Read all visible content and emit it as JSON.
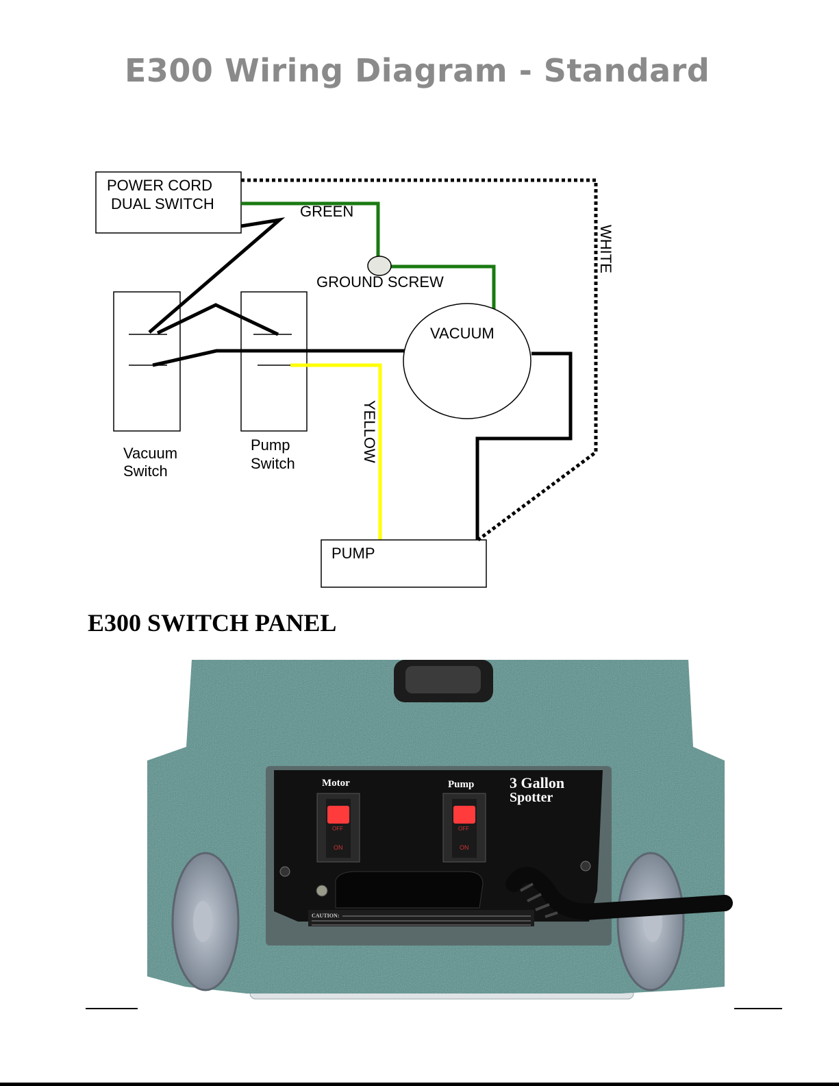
{
  "page": {
    "title": "E300 Wiring Diagram - Standard",
    "section_title": "E300 SWITCH PANEL"
  },
  "diagram": {
    "power_cord": [
      "POWER CORD",
      "DUAL SWITCH"
    ],
    "green_label": "GREEN",
    "ground_screw_label": "GROUND SCREW",
    "white_label": "WHITE",
    "vacuum_label": "VACUUM",
    "yellow_label": "YELLOW",
    "pump_label": "PUMP",
    "vacuum_switch": [
      "Vacuum",
      "Switch"
    ],
    "pump_switch": [
      "Pump",
      "Switch"
    ],
    "wire_colors": {
      "green": "#1a7a12",
      "yellow": "#ffff00",
      "black": "#000000",
      "white_dotted": "#000000"
    }
  },
  "photo": {
    "panel_labels": {
      "motor": "Motor",
      "pump": "Pump",
      "brand": [
        "3 Gallon",
        "Spotter"
      ],
      "switch_on": "ON",
      "switch_off": "OFF",
      "caution": "CAUTION:"
    },
    "colors": {
      "body": "#3f8c87",
      "panel": "#111111",
      "switch": "#ff3b3b",
      "wheel": "#8c96a3"
    }
  }
}
